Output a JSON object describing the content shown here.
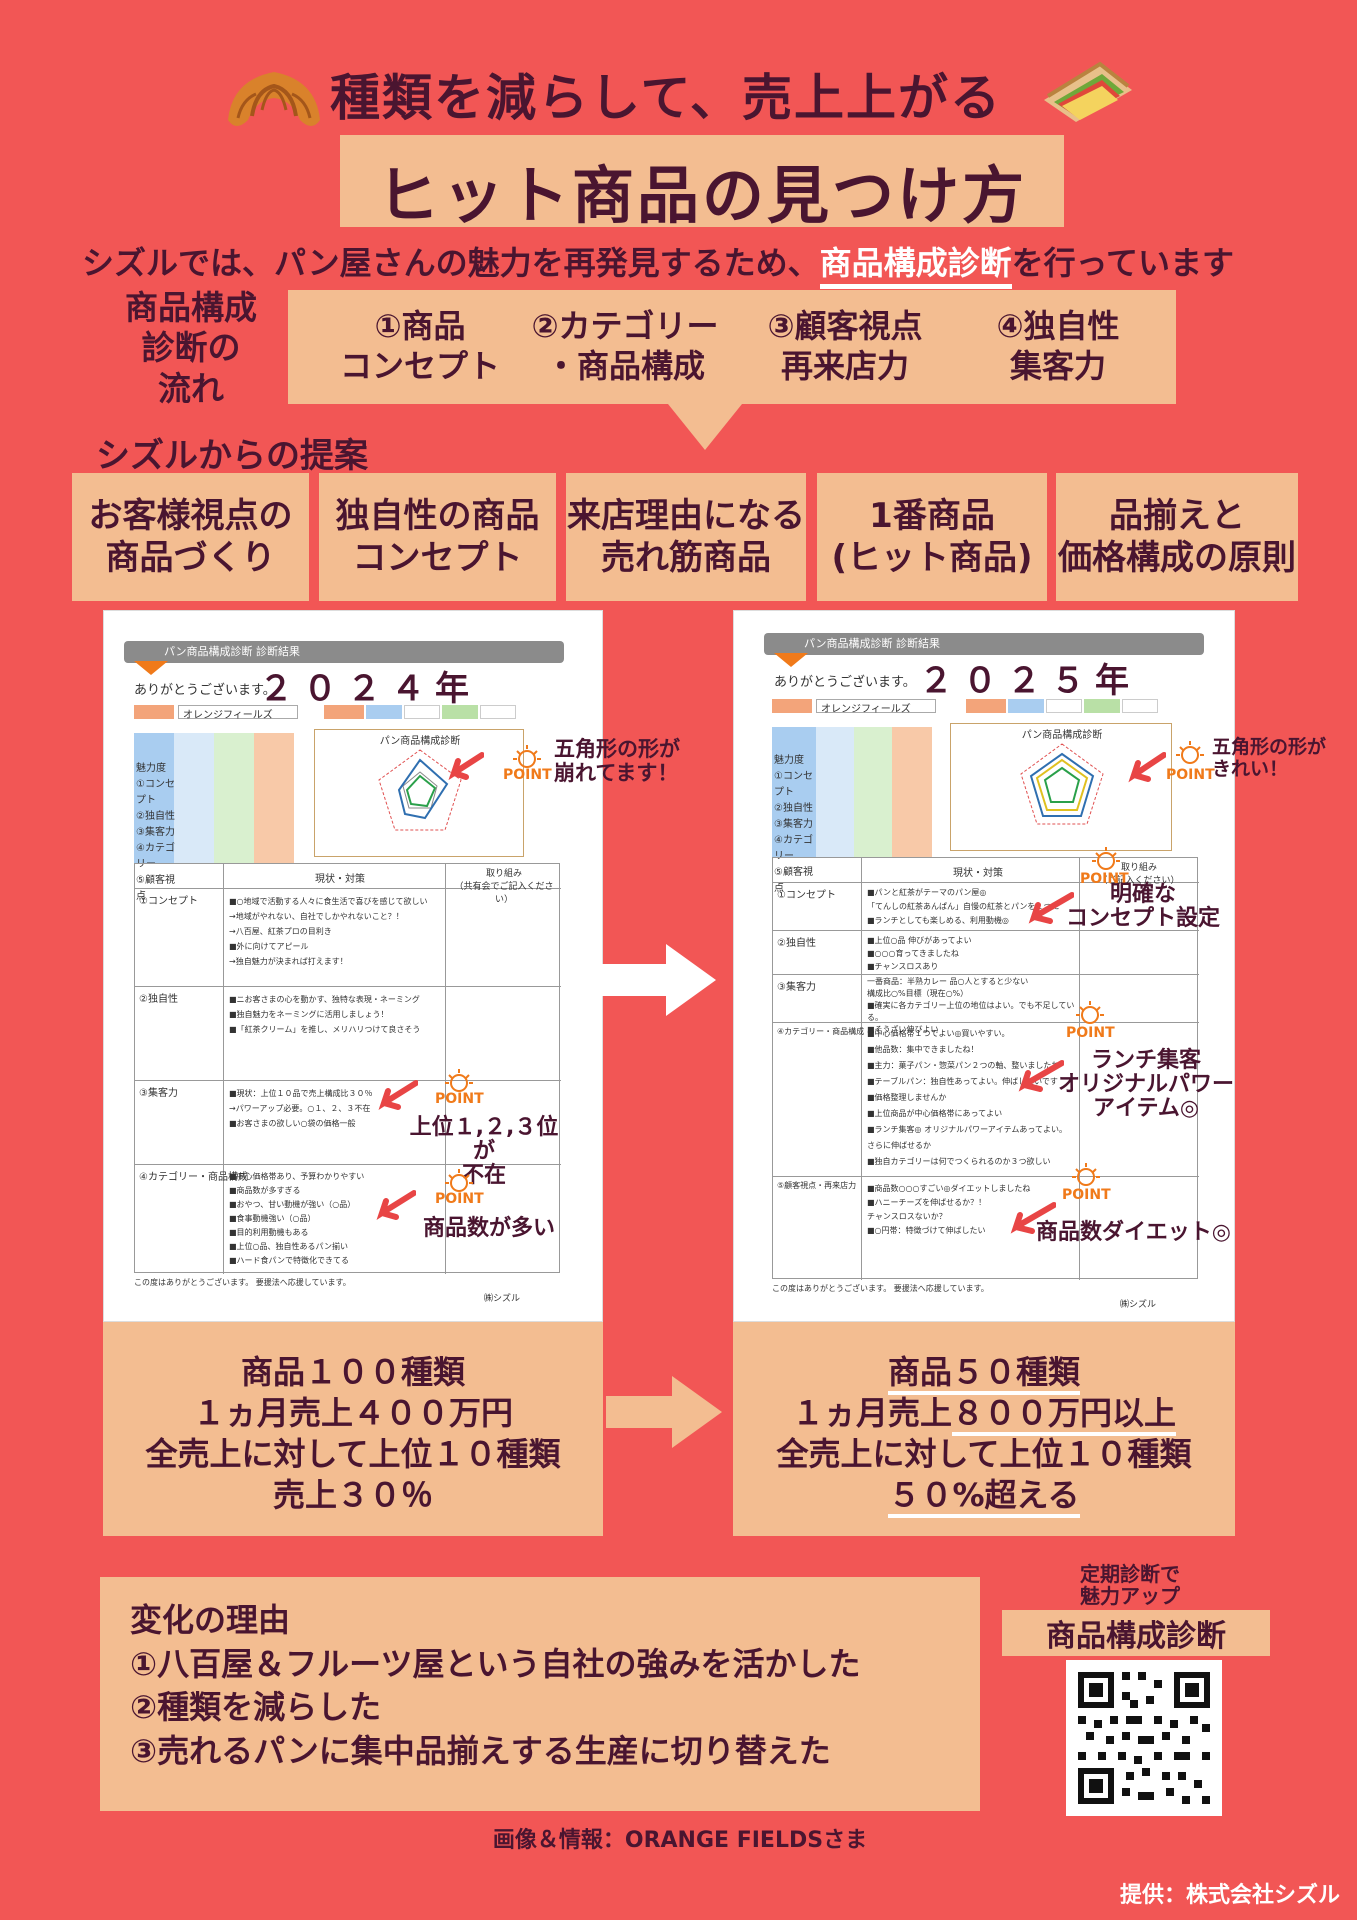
{
  "header": {
    "title_top": "種類を減らして、売上上がる",
    "title_main": "ヒット商品の見つけ方",
    "intro_before": "シズルでは、パン屋さんの魅力を再発見するため、",
    "intro_highlight": "商品構成診断",
    "intro_after": "を行っています"
  },
  "flow": {
    "label": "商品構成\n診断の\n流れ",
    "steps": [
      "①商品\nコンセプト",
      "②カテゴリー\n・商品構成",
      "③顧客視点\n再来店力",
      "④独自性\n集客力"
    ]
  },
  "proposal": {
    "label": "シズルからの提案",
    "items": [
      "お客様視点の\n商品づくり",
      "独自性の商品\nコンセプト",
      "来店理由になる\n売れ筋商品",
      "1番商品\n(ヒット商品)",
      "品揃えと\n価格構成の原則"
    ]
  },
  "doc_left": {
    "header": "パン商品構成診断 診断結果",
    "thanks": "ありがとうございます。",
    "year": "２０２４年",
    "store": "オレンジフィールズ",
    "chart_title": "パン商品構成診断",
    "col_head": "現状・対策",
    "col_head2": "取り組み\n（共有会でご記入ください）",
    "rows": [
      "①コンセプト",
      "②独自性",
      "③集客力",
      "④カテゴリー・商品構成"
    ],
    "row1_text": "■○地域で活動する人々に食生活で喜びを感じて欲しい\n→地域がやれない、自社でしかやれないこと？！\n→八百屋、紅茶プロの目利き\n■外に向けてアピール\n→独自魅力が決まれば打えます！",
    "row2_text": "■ニお客さまの心を動かす、独特な表現・ネーミング\n■独自魅力をネーミングに活用しましょう！\n■「紅茶クリーム」を推し、メリハリつけて良さそう",
    "row3_text": "■現状：上位１０品で売上構成比３０％\n→パワーアップ必要。○１、２、３不在\n■お客さまの欲しい○袋の価格一般",
    "row4_text": "■中心価格帯あり、予算わかりやすい\n■商品数が多すぎる\n■おやつ、甘い動機が強い（○品）\n■食事動機強い（○品）\n■目的利用動機もある\n■上位○品、独自性あるパン揃い\n■ハード食パンで特徴化できてる",
    "footer": "この度はありがとうございます。  要援法へ応援しています。",
    "signature": "㈱シズル",
    "point1": "五角形の形が\n崩れてます！",
    "point2": "上位１,２,３位が\n不在",
    "point3": "商品数が多い",
    "point_badge": "POINT"
  },
  "doc_right": {
    "header": "パン商品構成診断 診断結果",
    "thanks": "ありがとうございます。",
    "year": "２０２５年",
    "store": "オレンジフィールズ",
    "chart_title": "パン商品構成診断",
    "col_head": "現状・対策",
    "col_head2": "取り組み\n（ご記入ください）",
    "rows": [
      "①コンセプト",
      "②独自性",
      "③集客力",
      "④カテゴリー・商品構成",
      "⑤顧客視点・再来店力"
    ],
    "row1_text": "■パンと紅茶がテーマのパン屋◎\n「てんしの紅茶あんぱん」自慢の紅茶とパンを１つに\n■ランチとしても楽しめる、利用動機◎",
    "row2_text": "■上位○品 伸びがあってよい\n■○○○育ってきましたね\n■チャンスロスあり",
    "row3_text": "一番商品：半熟カレー 品○人とすると少ない\n構成比○%目標（現在○%）\n■確実に各カテゴリー上位の地位はよい。でも不足している。\n■そうざい伸びよい",
    "row4_text": "■中心価格帯１つでよい◎買いやすい。\n■他品数：集中できましたね！\n■主力：菓子パン・惣菜パン２つの軸、整いましたね\n■テーブルパン：独自性あってよい。伸ばしたいです\n■価格整理しませんか\n■上位商品が中心価格帯にあってよい\n■ランチ集客◎ オリジナルパワーアイテムあってよい。\nさらに伸ばせるか\n■独自カテゴリーは何でつくられるのか３つ欲しい",
    "row5_text": "■商品数○○○すごい◎ダイエットしましたね\n■ハニーチーズを伸ばせるか？！\nチャンスロスないか？\n■○円帯：特徴づけて伸ばしたい",
    "footer": "この度はありがとうございます。  要援法へ応援しています。",
    "signature": "㈱シズル",
    "point1": "五角形の形が\nきれい！",
    "point2": "明確な\nコンセプト設定",
    "point3": "ランチ集客\nオリジナルパワー\nアイテム◎",
    "point4": "商品数ダイエット◎",
    "point_badge": "POINT"
  },
  "result_left": {
    "line1": "商品１００種類",
    "line2": "１ヵ月売上４００万円",
    "line3": "全売上に対して上位１０種類",
    "line4": "売上３０％"
  },
  "result_right": {
    "line1": "商品５０種類",
    "line2a": "１ヵ月売上",
    "line2b": "８００万円以上",
    "line3": "全売上に対して上位１０種類",
    "line4": "５０%超える"
  },
  "reasons": {
    "title": "変化の理由",
    "items": [
      "①八百屋＆フルーツ屋という自社の強みを活かした",
      "②種類を減らした",
      "③売れるパンに集中品揃えする生産に切り替えた"
    ]
  },
  "qr": {
    "caption": "定期診断で\n魅力アップ",
    "title": "商品構成診断"
  },
  "credit": "画像＆情報：ORANGE FIELDSさま",
  "provider": "提供：株式会社シズル",
  "colors": {
    "background": "#f25655",
    "panel": "#f3bd91",
    "text": "#4a1530",
    "point": "#f07a1a",
    "arrow": "#ffffff"
  }
}
